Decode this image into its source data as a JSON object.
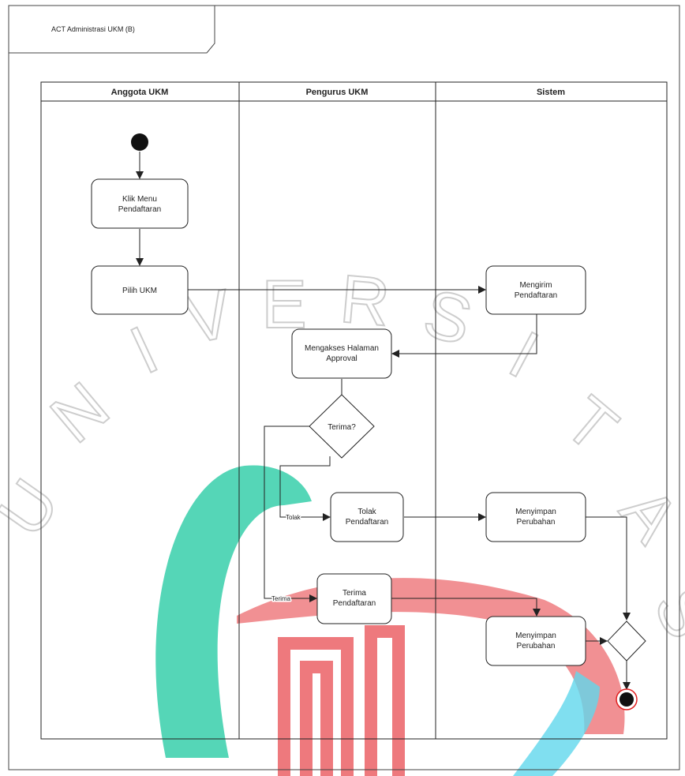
{
  "frame": {
    "title": "ACT Administrasi UKM (B)"
  },
  "lanes": [
    {
      "name": "Anggota UKM"
    },
    {
      "name": "Pengurus UKM"
    },
    {
      "name": "Sistem"
    }
  ],
  "nodes": {
    "klik_menu": [
      "Klik Menu",
      "Pendaftaran"
    ],
    "pilih_ukm": [
      "Pilih UKM"
    ],
    "mengirim": [
      "Mengirim",
      "Pendaftaran"
    ],
    "mengakses": [
      "Mengakses Halaman",
      "Approval"
    ],
    "decision": "Terima?",
    "tolak": [
      "Tolak",
      "Pendaftaran"
    ],
    "menyimpan_1": [
      "Menyimpan",
      "Perubahan"
    ],
    "terima": [
      "Terima",
      "Pendaftaran"
    ],
    "menyimpan_2": [
      "Menyimpan",
      "Perubahan"
    ]
  },
  "edge_labels": {
    "tolak": "Tolak",
    "terima": "Terima"
  },
  "watermark": {
    "letters": [
      "U",
      "N",
      "I",
      "V",
      "E",
      "R",
      "S",
      "I",
      "T",
      "A",
      "S"
    ]
  },
  "colors": {
    "teal": "#20c9a0",
    "red": "#ea5a5f",
    "cyan": "#4fd3ea",
    "line": "#222222",
    "start": "#111111",
    "end_ring": "#e02020"
  }
}
